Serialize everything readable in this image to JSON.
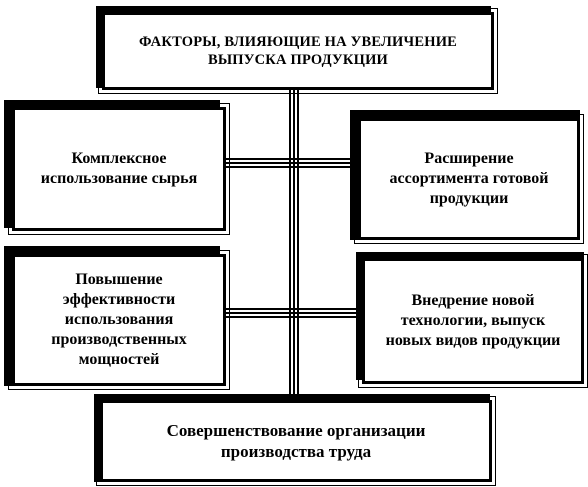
{
  "diagram": {
    "title": "ФАКТОРЫ, ВЛИЯЮЩИЕ НА УВЕЛИЧЕНИЕ ВЫПУСКА ПРОДУКЦИИ",
    "left_top": "Комплексное использование сырья",
    "right_top": "Расширение ассортимента готовой продукции",
    "left_bottom": "Повышение эффективности использования производственных мощностей",
    "right_bottom": "Внедрение новой технологии, выпуск новых видов продукции",
    "bottom": "Совершенствование организации производства труда"
  }
}
